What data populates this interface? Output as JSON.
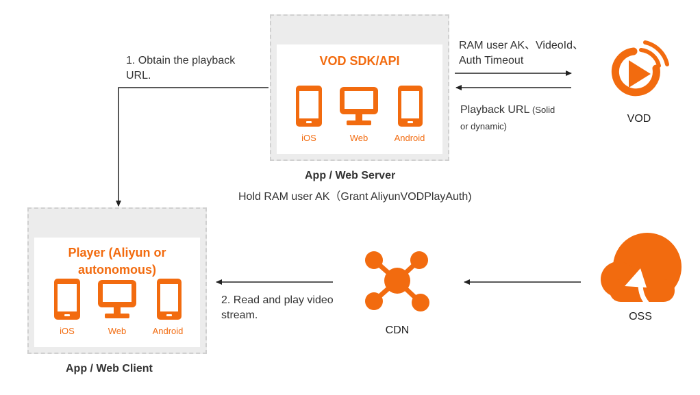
{
  "server": {
    "title": "VOD SDK/API",
    "devices": [
      "iOS",
      "Web",
      "Android"
    ],
    "caption": "App / Web Server",
    "note": "Hold RAM user AK（Grant  AliyunVODPlayAuth)"
  },
  "client": {
    "title": "Player (Aliyun or autonomous)",
    "devices": [
      "iOS",
      "Web",
      "Android"
    ],
    "caption": "App / Web Client"
  },
  "services": {
    "vod": "VOD",
    "cdn": "CDN",
    "oss": "OSS"
  },
  "flows": {
    "obtain_url": "1. Obtain the playback URL.",
    "request_line1": "RAM user AK、VideoId、",
    "request_line2": "Auth Timeout",
    "response_main": "Playback URL",
    "response_small1": " (Solid",
    "response_small2": "or dynamic)",
    "read_play": "2. Read and play video stream."
  },
  "colors": {
    "accent": "#f26b0f",
    "panel_bg": "#ececec",
    "arrow": "#222222"
  }
}
